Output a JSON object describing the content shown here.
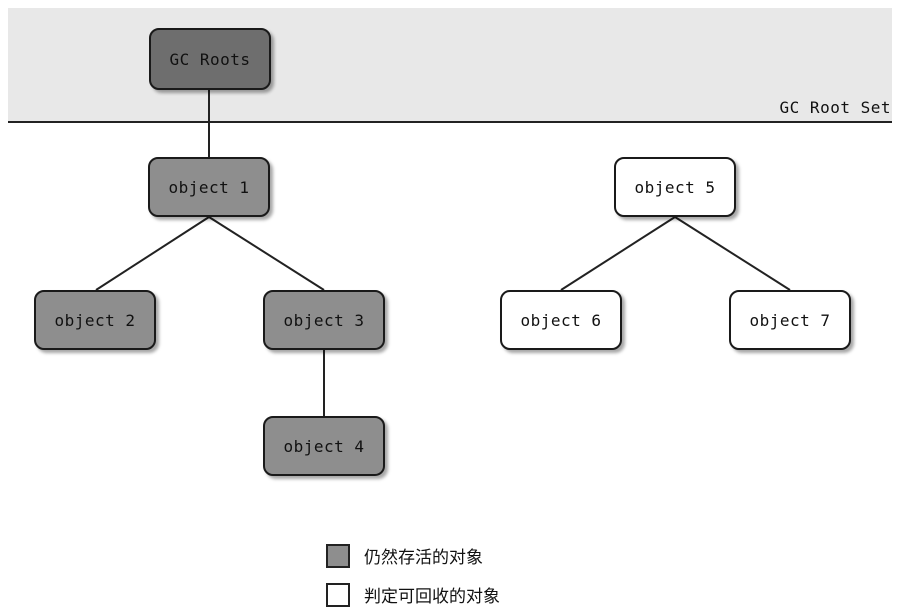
{
  "root_set_label": "GC Root Set",
  "nodes": {
    "gc_roots": "GC Roots",
    "obj1": "object 1",
    "obj2": "object 2",
    "obj3": "object 3",
    "obj4": "object 4",
    "obj5": "object 5",
    "obj6": "object 6",
    "obj7": "object 7"
  },
  "edges": [
    [
      "gc_roots",
      "obj1"
    ],
    [
      "obj1",
      "obj2"
    ],
    [
      "obj1",
      "obj3"
    ],
    [
      "obj3",
      "obj4"
    ],
    [
      "obj5",
      "obj6"
    ],
    [
      "obj5",
      "obj7"
    ]
  ],
  "legend": {
    "alive": "仍然存活的对象",
    "collectable": "判定可回收的对象"
  },
  "colors": {
    "alive_fill": "#8e8e8e",
    "root_fill": "#6e6e6e",
    "collectable_fill": "#ffffff"
  }
}
